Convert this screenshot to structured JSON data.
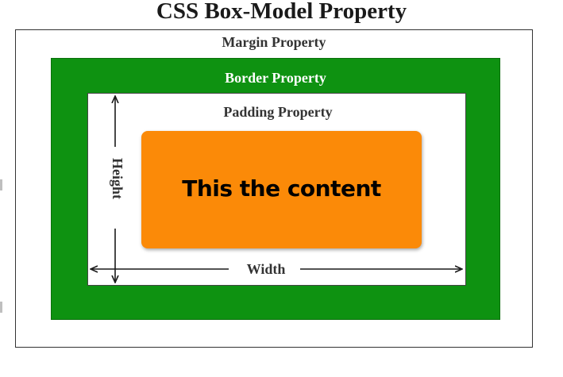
{
  "diagram": {
    "title": "CSS Box-Model Property",
    "margin_label": "Margin Property",
    "border_label": "Border Property",
    "padding_label": "Padding Property",
    "content_label": "This the content",
    "height_label": "Height",
    "width_label": "Width"
  },
  "colors": {
    "border_fill": "#0e9211",
    "content_fill": "#fb8a08",
    "arrow": "#1a1a1a"
  }
}
